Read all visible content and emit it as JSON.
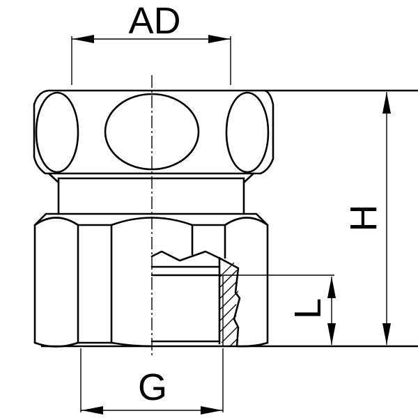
{
  "drawing": {
    "type": "technical-dimension-drawing",
    "subject": "threaded fitting with hex nut and female thread (partial section)",
    "background_color": "#ffffff",
    "line_color": "#000000"
  },
  "dimensions": {
    "AD": {
      "label": "AD",
      "orientation": "horizontal",
      "position": "top"
    },
    "H": {
      "label": "H",
      "orientation": "vertical",
      "position": "right"
    },
    "L": {
      "label": "L",
      "orientation": "vertical",
      "position": "right-inner"
    },
    "G": {
      "label": "G",
      "orientation": "horizontal",
      "position": "bottom"
    }
  }
}
